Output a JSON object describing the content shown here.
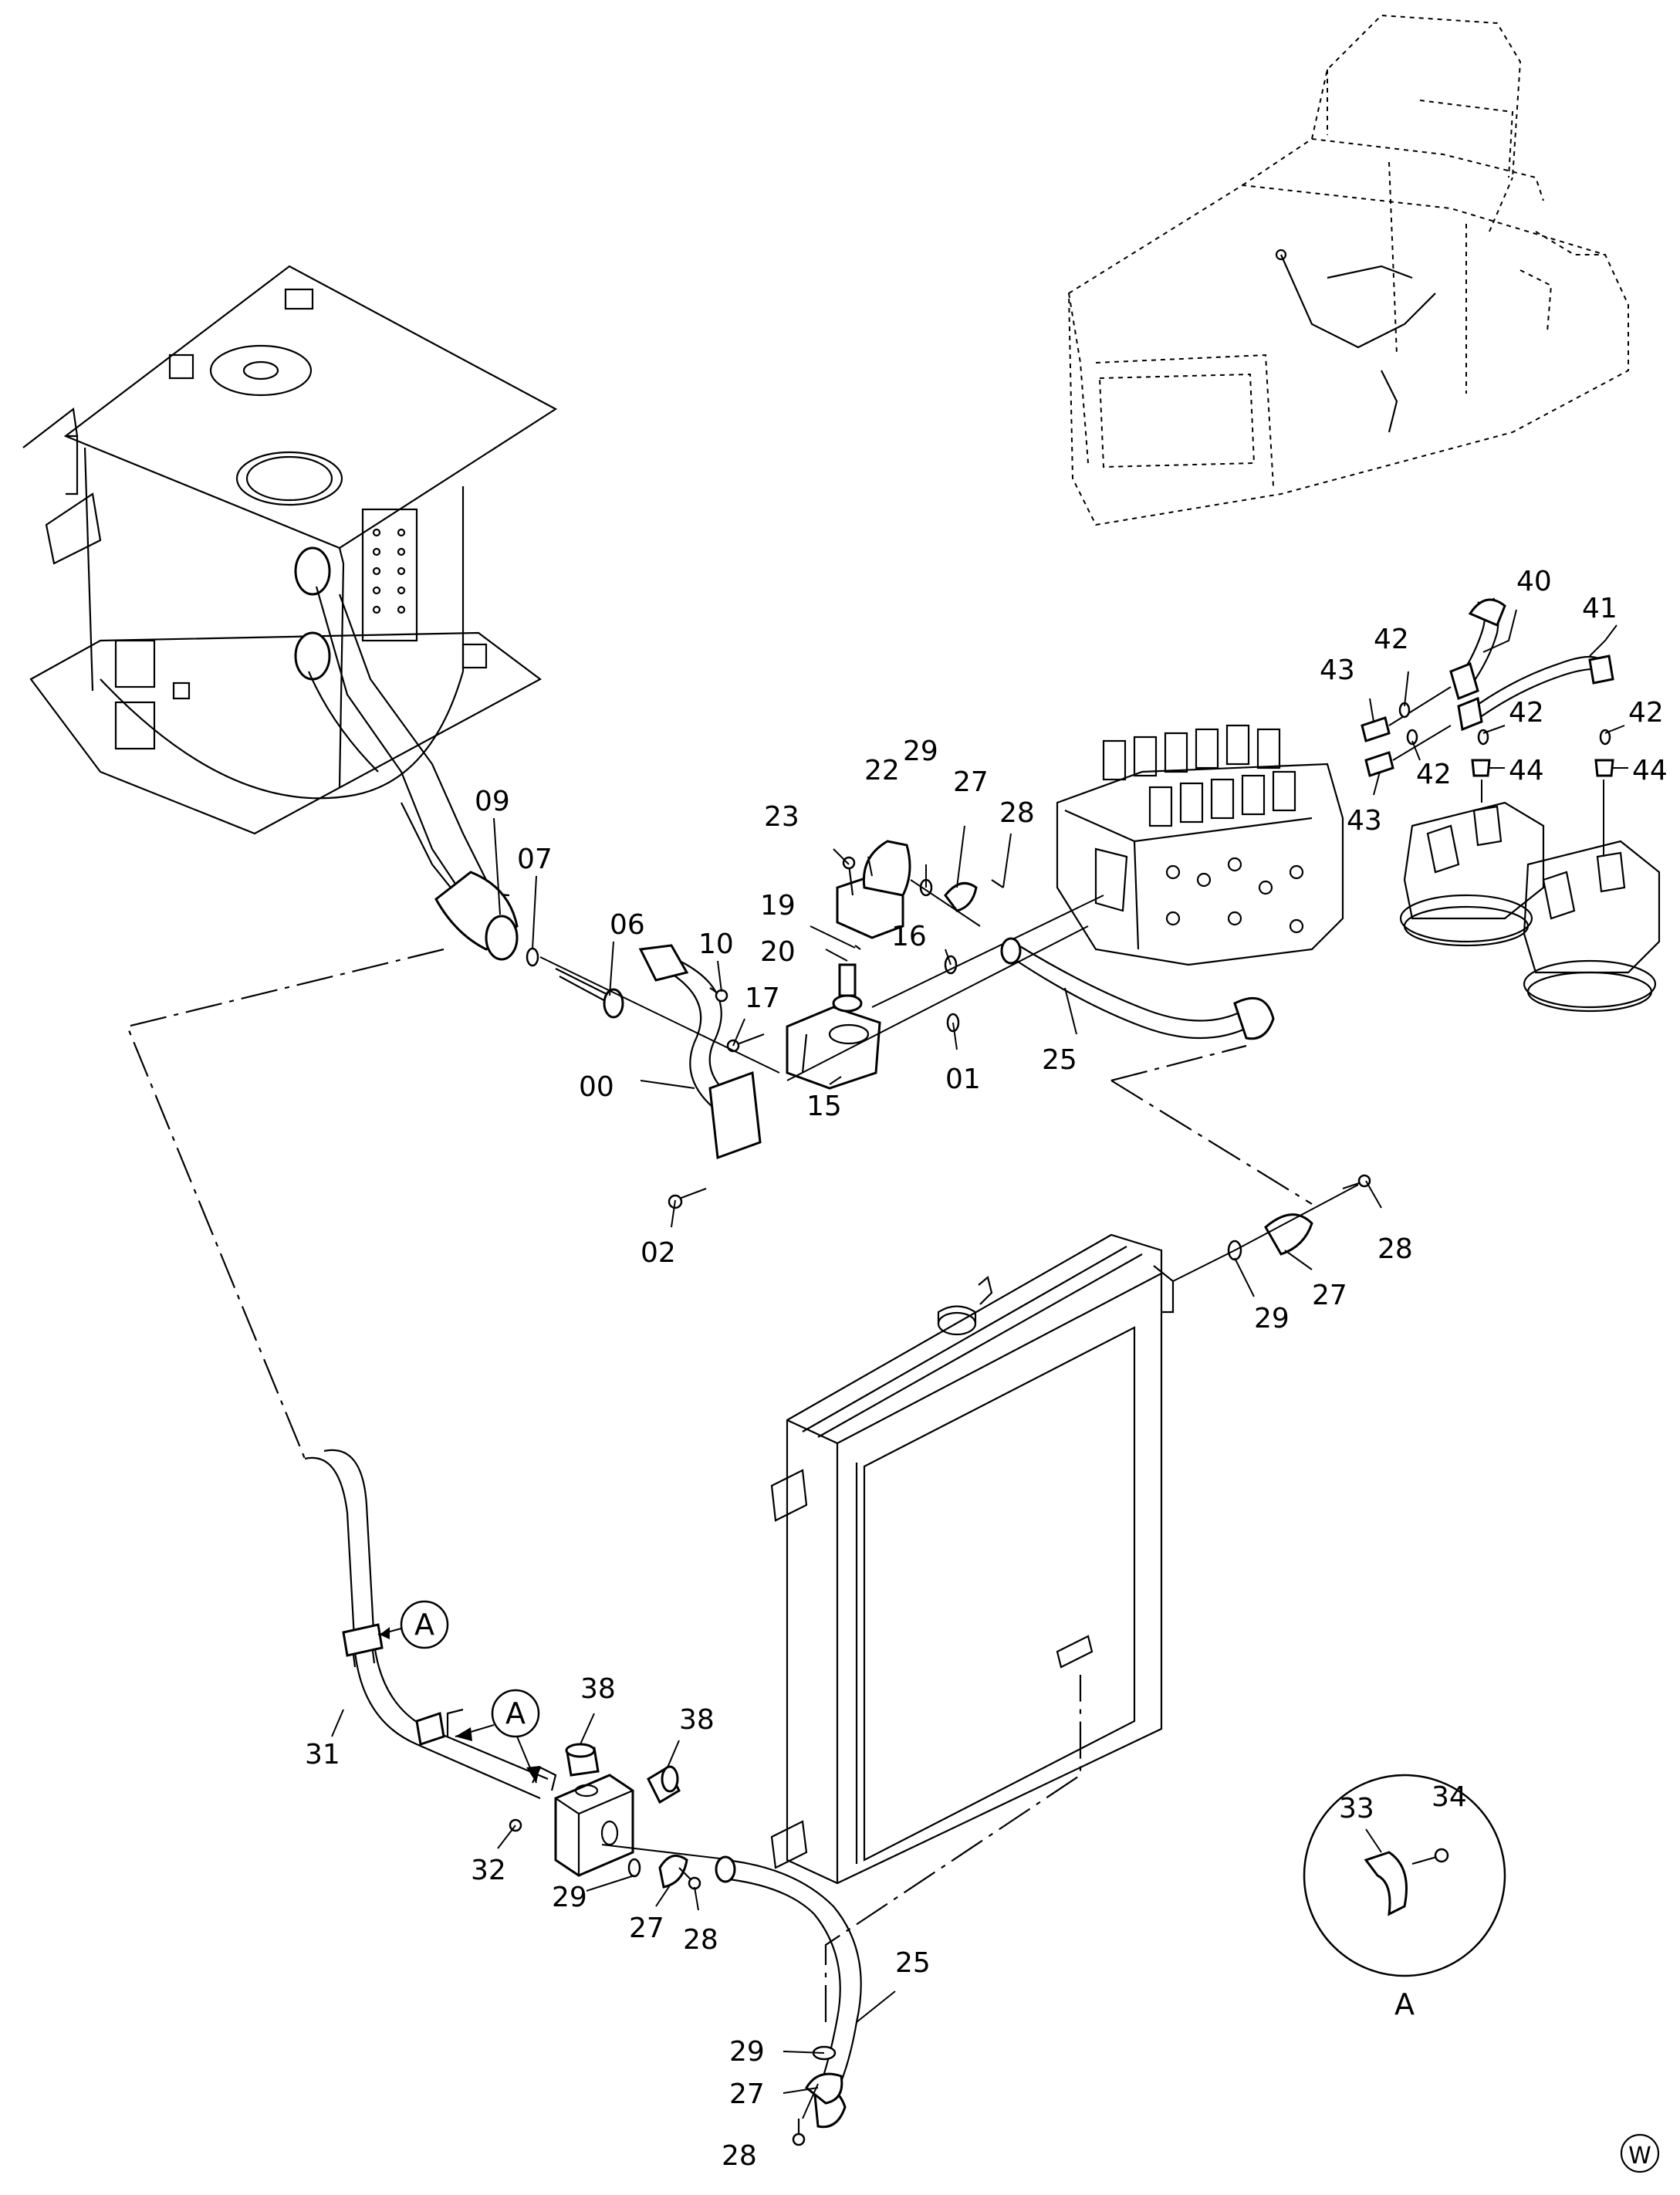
{
  "labels": {
    "p00": "00",
    "p01": "01",
    "p02": "02",
    "p06": "06",
    "p07": "07",
    "p09": "09",
    "p10": "10",
    "p15": "15",
    "p16": "16",
    "p17": "17",
    "p19": "19",
    "p20": "20",
    "p22": "22",
    "p23": "23",
    "p25a": "25",
    "p25b": "25",
    "p27a": "27",
    "p27b": "27",
    "p27c": "27",
    "p27d": "27",
    "p28a": "28",
    "p28b": "28",
    "p28c": "28",
    "p28d": "28",
    "p29a": "29",
    "p29b": "29",
    "p29c": "29",
    "p29d": "29",
    "p31": "31",
    "p32": "32",
    "p33": "33",
    "p34": "34",
    "p38a": "38",
    "p38b": "38",
    "p40": "40",
    "p41": "41",
    "p42a": "42",
    "p42b": "42",
    "p42c": "42",
    "p42d": "42",
    "p43a": "43",
    "p43b": "43",
    "p44a": "44",
    "p44b": "44"
  },
  "callouts": {
    "a1": "A",
    "a2": "A",
    "detail": "A"
  },
  "mark": "W"
}
